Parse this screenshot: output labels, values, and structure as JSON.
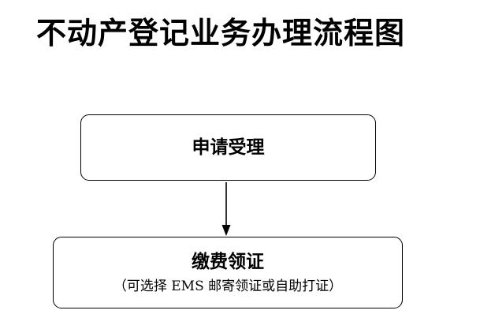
{
  "title": "不动产登记业务办理流程图",
  "steps": [
    {
      "label": "申请受理"
    },
    {
      "label": "缴费领证",
      "note": "（可选择 EMS 邮寄领证或自助打证）"
    }
  ],
  "colors": {
    "line": "#000000",
    "background": "#ffffff",
    "text": "#000000"
  }
}
